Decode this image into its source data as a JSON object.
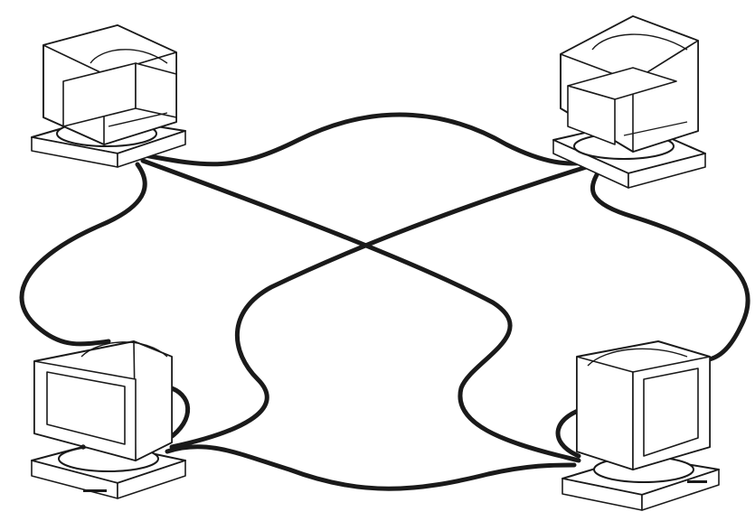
{
  "diagram": {
    "type": "mesh-network",
    "nodes": [
      {
        "id": "top-left",
        "kind": "computer",
        "monitor_facing": "away"
      },
      {
        "id": "top-right",
        "kind": "computer",
        "monitor_facing": "away"
      },
      {
        "id": "bottom-left",
        "kind": "computer",
        "monitor_facing": "front"
      },
      {
        "id": "bottom-right",
        "kind": "computer",
        "monitor_facing": "front"
      }
    ],
    "links": [
      {
        "from": "top-left",
        "to": "top-right"
      },
      {
        "from": "top-left",
        "to": "bottom-left"
      },
      {
        "from": "top-left",
        "to": "bottom-right"
      },
      {
        "from": "top-right",
        "to": "bottom-left"
      },
      {
        "from": "top-right",
        "to": "bottom-right"
      },
      {
        "from": "bottom-left",
        "to": "bottom-right"
      }
    ],
    "colors": {
      "line": "#1a1a1a",
      "background": "#ffffff"
    }
  }
}
